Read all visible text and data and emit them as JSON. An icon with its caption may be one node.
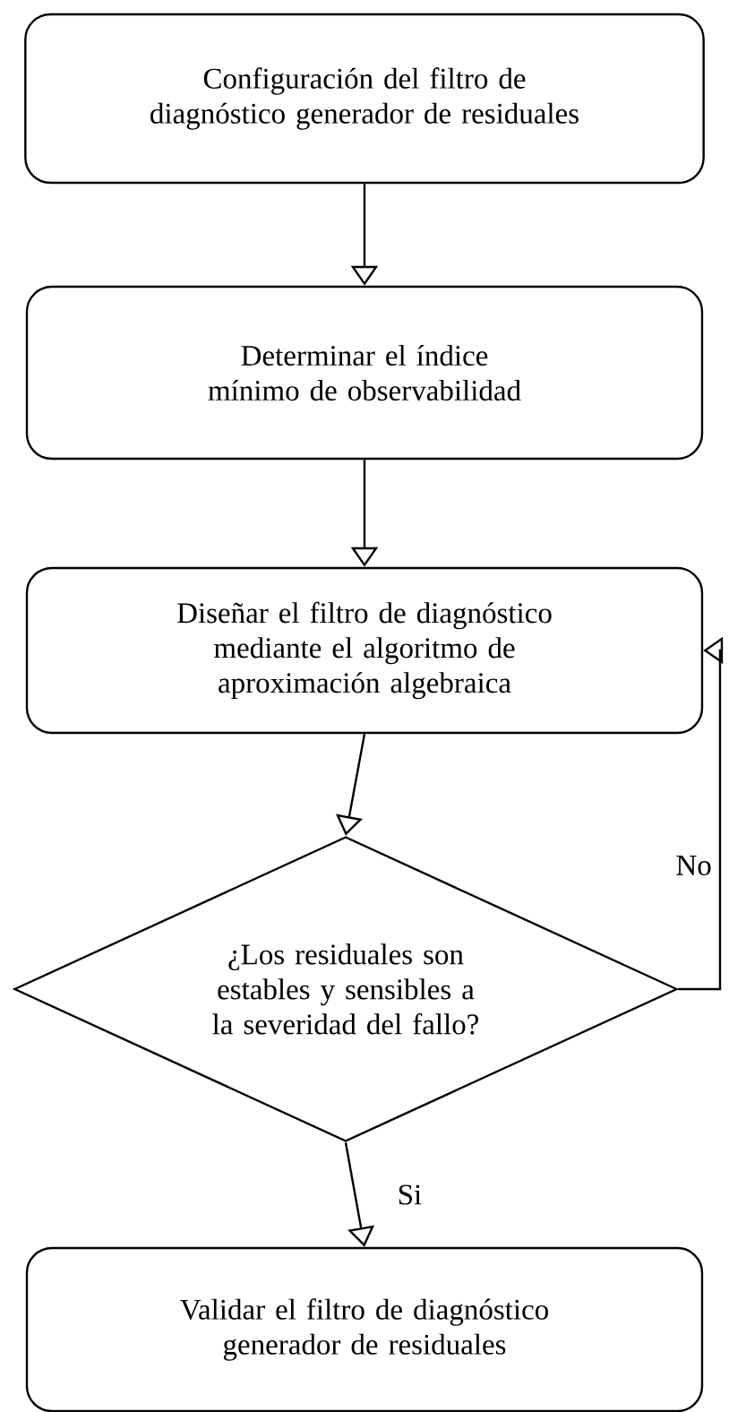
{
  "diagram": {
    "nodes": [
      {
        "text": [
          "Configuración del filtro de diagnóstico generador de residuales"
        ]
      },
      {
        "text": [
          "Determinar el índice mínimo de observabilidad"
        ]
      },
      {
        "text": [
          "Diseñar el filtro de diagnóstico mediante el algoritmo de aproximación algebraica"
        ]
      },
      {
        "text": [
          "¿Los residuales son estables y sensibles a la severidad del fallo?"
        ]
      },
      {
        "text": [
          "Validar el filtro de diagnóstico generador de residuales"
        ]
      }
    ],
    "edges": [
      {
        "from": 0,
        "to": 1,
        "arrow": "to"
      },
      {
        "from": 1,
        "to": 2,
        "arrow": "to"
      },
      {
        "from": 2,
        "to": 3,
        "arrow": "to"
      },
      {
        "from": 3,
        "to": 4,
        "arrow": "to",
        "label": "Si"
      },
      {
        "from": 3,
        "to": 2,
        "arrow": "to",
        "label": "No"
      }
    ]
  }
}
